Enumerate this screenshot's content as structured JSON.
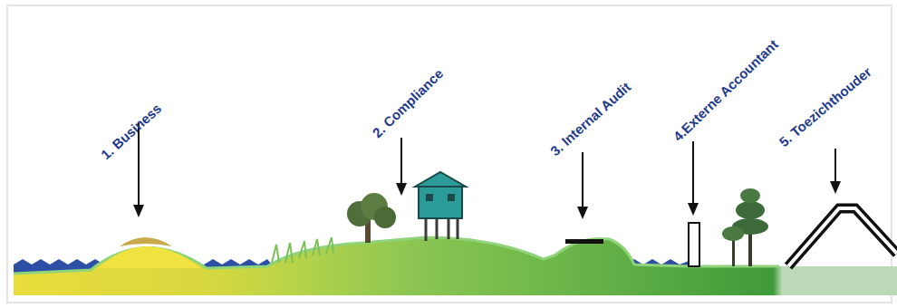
{
  "diagram": {
    "labels": [
      "1. Business",
      "2. Compliance",
      "3. Internal Audit",
      "4.Externe Accountant",
      "5. Toezichthouder"
    ]
  }
}
